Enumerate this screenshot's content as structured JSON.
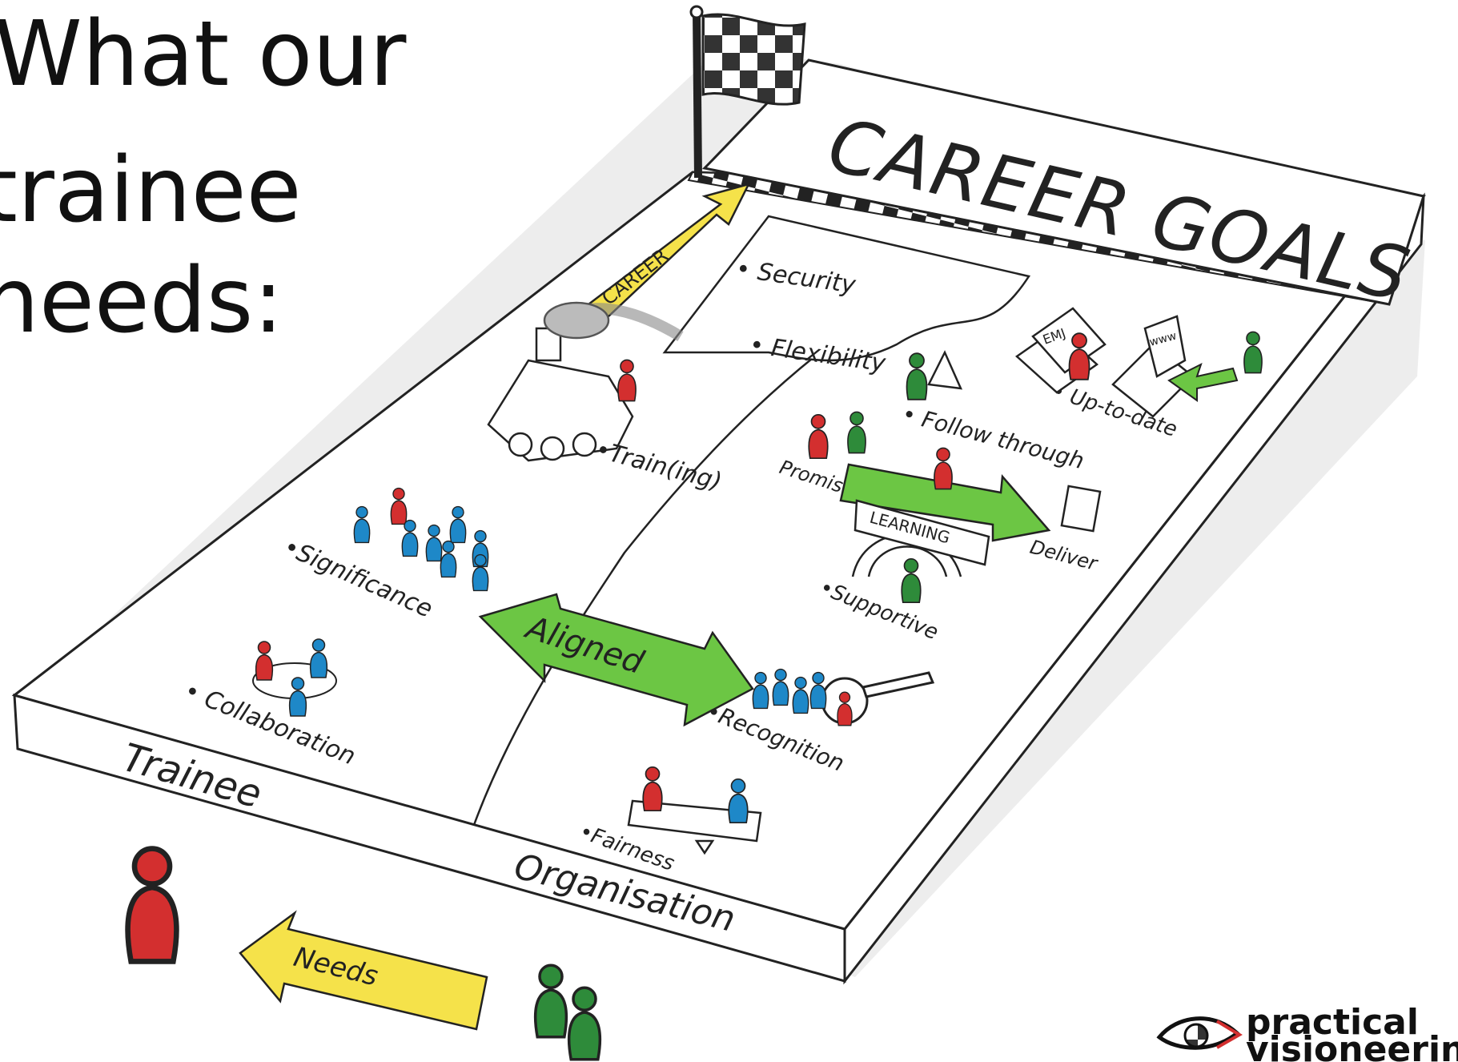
{
  "title": {
    "line1": "What our",
    "line2": "trainee",
    "line3": "needs:"
  },
  "board": {
    "header": "CAREER GOALS",
    "left_side": "Trainee",
    "right_side": "Organisation"
  },
  "arrows": {
    "career": "CAREER",
    "aligned": "Aligned",
    "needs": "Needs",
    "learning": "LEARNING"
  },
  "needs_items": {
    "security": "• Security",
    "flexibility": "• Flexibility",
    "training": "•Train(ing)",
    "significance": "•Significance",
    "collaboration": "• Collaboration",
    "follow_through": "• Follow through",
    "promise": "Promise",
    "deliver": "Deliver",
    "supportive": "•Supportive",
    "recognition": "•Recognition",
    "fairness": "•Fairness",
    "up_to_date": "• Up-to-date"
  },
  "doodle_labels": {
    "journal": "EMJ",
    "laptop": "www"
  },
  "logo": {
    "line1": "practical",
    "line2": "visioneering"
  },
  "colors": {
    "red_figure": "#d32f2f",
    "blue_figure": "#1e88c8",
    "green_figure": "#2e8b3a",
    "green_arrow": "#6cc644",
    "yellow_arrow": "#f5e24a",
    "ink": "#222222"
  }
}
